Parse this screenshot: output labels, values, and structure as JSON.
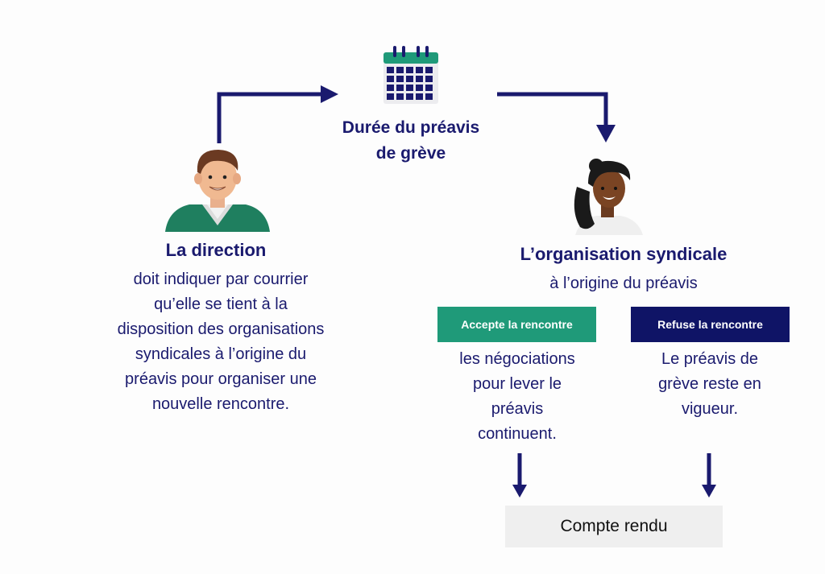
{
  "center": {
    "title_line1": "Durée du préavis",
    "title_line2": "de grève",
    "icon": "calendar-icon"
  },
  "left": {
    "heading": "La direction",
    "lines": [
      "doit indiquer par courrier",
      "qu’elle se tient à la",
      "disposition des organisations",
      "syndicales à l’origine du",
      "préavis pour organiser une",
      "nouvelle rencontre."
    ],
    "avatar": "man-avatar"
  },
  "right": {
    "heading": "L’organisation syndicale",
    "subheading": "à l’origine du préavis",
    "avatar": "woman-avatar",
    "accept": {
      "label": "Accepte la rencontre",
      "lines": [
        "les négociations",
        "pour lever le",
        "préavis",
        "continuent."
      ]
    },
    "refuse": {
      "label": "Refuse la rencontre",
      "lines": [
        "Le préavis de",
        "grève reste en",
        "vigueur."
      ]
    }
  },
  "result": {
    "label": "Compte rendu"
  },
  "colors": {
    "navy": "#1a1a6e",
    "green": "#1f9a79",
    "dark_navy": "#0f1466",
    "box_grey": "#efefef"
  }
}
